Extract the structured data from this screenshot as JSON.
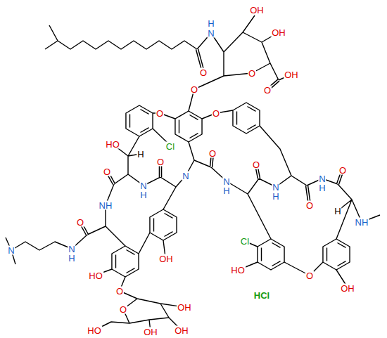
{
  "diagram": {
    "labels": [
      "H",
      "N",
      "OH",
      "OH",
      "O",
      "O",
      "OH",
      "O",
      "O",
      "O",
      "O",
      "HO",
      "H",
      "Cl",
      "O",
      "NH",
      "O",
      "N",
      "H",
      "N",
      "N",
      "H",
      "O",
      "N",
      "O",
      "N",
      "H",
      "O",
      "N",
      "H",
      "O",
      "N",
      "H",
      "O",
      "H",
      "NH",
      "Cl",
      "HO",
      "O",
      "OH",
      "HCl",
      "OH",
      "HO",
      "O",
      "O",
      "OH",
      "OH",
      "OH",
      "HO"
    ]
  }
}
